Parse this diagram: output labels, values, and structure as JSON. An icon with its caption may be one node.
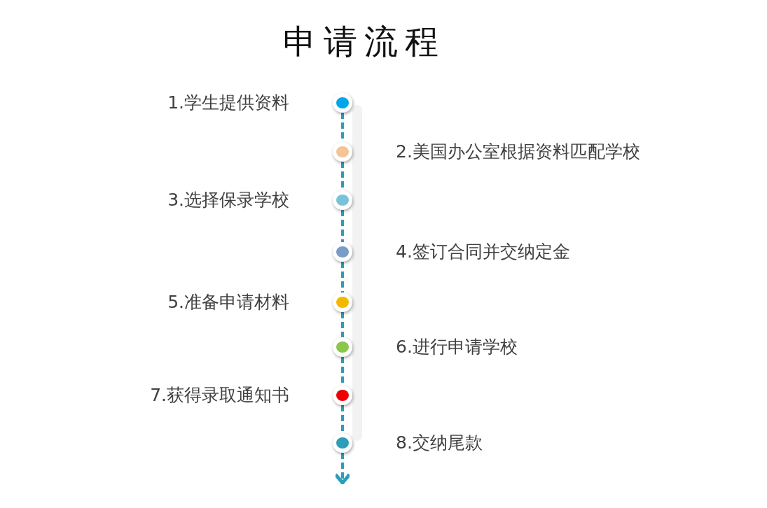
{
  "diagram": {
    "title": "申请流程",
    "nodes": [
      {
        "text": [],
        "shape": "circle",
        "beside": [
          "1.学生提供资料"
        ]
      },
      {
        "text": [],
        "shape": "circle",
        "beside": [
          "2.美国办公室根据资料匹配学校"
        ]
      },
      {
        "text": [],
        "shape": "circle",
        "beside": [
          "3.选择保录学校"
        ]
      },
      {
        "text": [],
        "shape": "circle",
        "beside": [
          "4.签订合同并交纳定金"
        ]
      },
      {
        "text": [],
        "shape": "circle",
        "beside": [
          "5.准备申请材料"
        ]
      },
      {
        "text": [],
        "shape": "circle",
        "beside": [
          "6.进行申请学校"
        ]
      },
      {
        "text": [],
        "shape": "circle",
        "beside": [
          "7.获得录取通知书"
        ]
      },
      {
        "text": [],
        "shape": "circle",
        "beside": [
          "8.交纳尾款"
        ]
      }
    ],
    "edges": [
      {
        "from": 0,
        "to": 1,
        "arrow": "none",
        "style": "dashed"
      },
      {
        "from": 1,
        "to": 2,
        "arrow": "none",
        "style": "dashed"
      },
      {
        "from": 2,
        "to": 3,
        "arrow": "none",
        "style": "dashed"
      },
      {
        "from": 3,
        "to": 4,
        "arrow": "none",
        "style": "dashed"
      },
      {
        "from": 4,
        "to": 5,
        "arrow": "none",
        "style": "dashed"
      },
      {
        "from": 5,
        "to": 6,
        "arrow": "none",
        "style": "dashed"
      },
      {
        "from": 6,
        "to": 7,
        "arrow": "none",
        "style": "dashed"
      },
      {
        "from": 7,
        "to": null,
        "arrow": "to",
        "style": "dashed"
      }
    ]
  }
}
